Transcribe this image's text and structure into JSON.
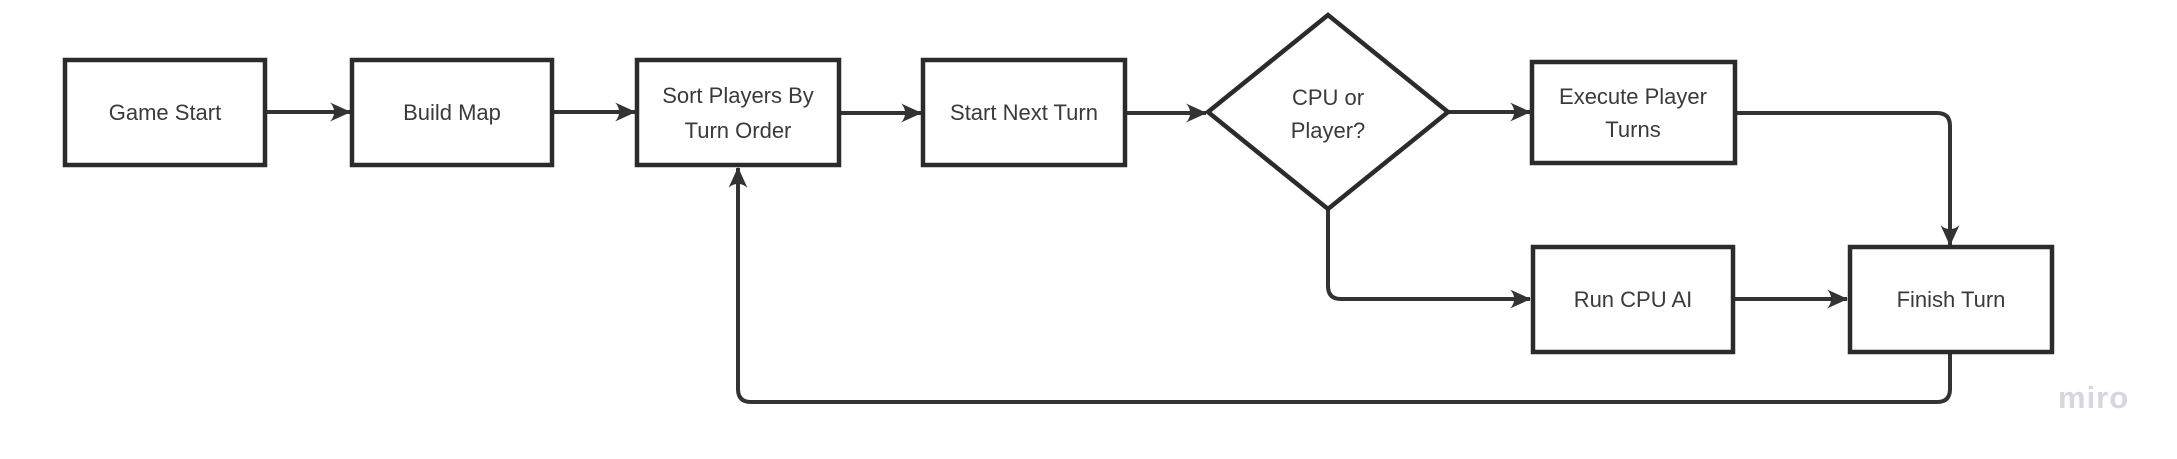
{
  "flowchart": {
    "nodes": [
      {
        "id": "game-start",
        "shape": "rectangle",
        "label": "Game Start",
        "lines": [
          "Game Start"
        ]
      },
      {
        "id": "build-map",
        "shape": "rectangle",
        "label": "Build Map",
        "lines": [
          "Build Map"
        ]
      },
      {
        "id": "sort-players-by-turn-order",
        "shape": "rectangle",
        "label": "Sort Players By Turn Order",
        "lines": [
          "Sort Players By",
          "Turn Order"
        ]
      },
      {
        "id": "start-next-turn",
        "shape": "rectangle",
        "label": "Start Next Turn",
        "lines": [
          "Start Next Turn"
        ]
      },
      {
        "id": "cpu-or-player",
        "shape": "diamond",
        "label": "CPU or Player?",
        "lines": [
          "CPU or",
          "Player?"
        ]
      },
      {
        "id": "execute-player-turns",
        "shape": "rectangle",
        "label": "Execute Player Turns",
        "lines": [
          "Execute Player",
          "Turns"
        ]
      },
      {
        "id": "run-cpu-ai",
        "shape": "rectangle",
        "label": "Run CPU AI",
        "lines": [
          "Run CPU AI"
        ]
      },
      {
        "id": "finish-turn",
        "shape": "rectangle",
        "label": "Finish Turn",
        "lines": [
          "Finish Turn"
        ]
      }
    ],
    "edges": [
      {
        "from": "game-start",
        "to": "build-map"
      },
      {
        "from": "build-map",
        "to": "sort-players-by-turn-order"
      },
      {
        "from": "sort-players-by-turn-order",
        "to": "start-next-turn"
      },
      {
        "from": "start-next-turn",
        "to": "cpu-or-player"
      },
      {
        "from": "cpu-or-player",
        "to": "execute-player-turns"
      },
      {
        "from": "cpu-or-player",
        "to": "run-cpu-ai"
      },
      {
        "from": "execute-player-turns",
        "to": "finish-turn"
      },
      {
        "from": "run-cpu-ai",
        "to": "finish-turn"
      },
      {
        "from": "finish-turn",
        "to": "sort-players-by-turn-order"
      }
    ],
    "colors": {
      "shape_stroke": "#2b2b2b",
      "edge_stroke": "#333333",
      "text": "#3a3a3a",
      "background": "#ffffff",
      "watermark": "#d6d5e0"
    }
  },
  "watermark": {
    "label": "miro"
  }
}
